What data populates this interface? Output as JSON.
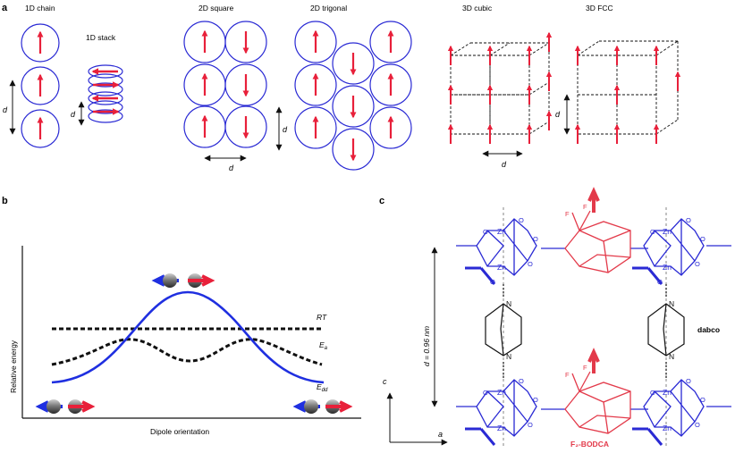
{
  "panel_a": {
    "letter": "a",
    "labels": {
      "chain": "1D chain",
      "stack": "1D stack",
      "square": "2D square",
      "trigonal": "2D trigonal",
      "cubic": "3D cubic",
      "fcc": "3D FCC"
    },
    "d": "d"
  },
  "panel_b": {
    "letter": "b",
    "ylabel": "Relative energy",
    "xlabel": "Dipole orientation",
    "rt": "RT",
    "ea_main": "E",
    "ea_sub": "a",
    "edd_main": "E",
    "edd_sub": "dd"
  },
  "panel_c": {
    "letter": "c",
    "f_label": "F",
    "zn": "Zn",
    "o": "O",
    "n": "N",
    "distance": "d = 0.96 nm",
    "dabco": "dabco",
    "ligand": "F₂-BODCA",
    "axis_c": "c",
    "axis_a": "a"
  },
  "colors": {
    "blue_circle": "#2a2ad4",
    "red_arrow": "#e8203a",
    "curve_blue": "#1f2fe0",
    "ligand_red": "#e33a4a",
    "black": "#111111"
  }
}
